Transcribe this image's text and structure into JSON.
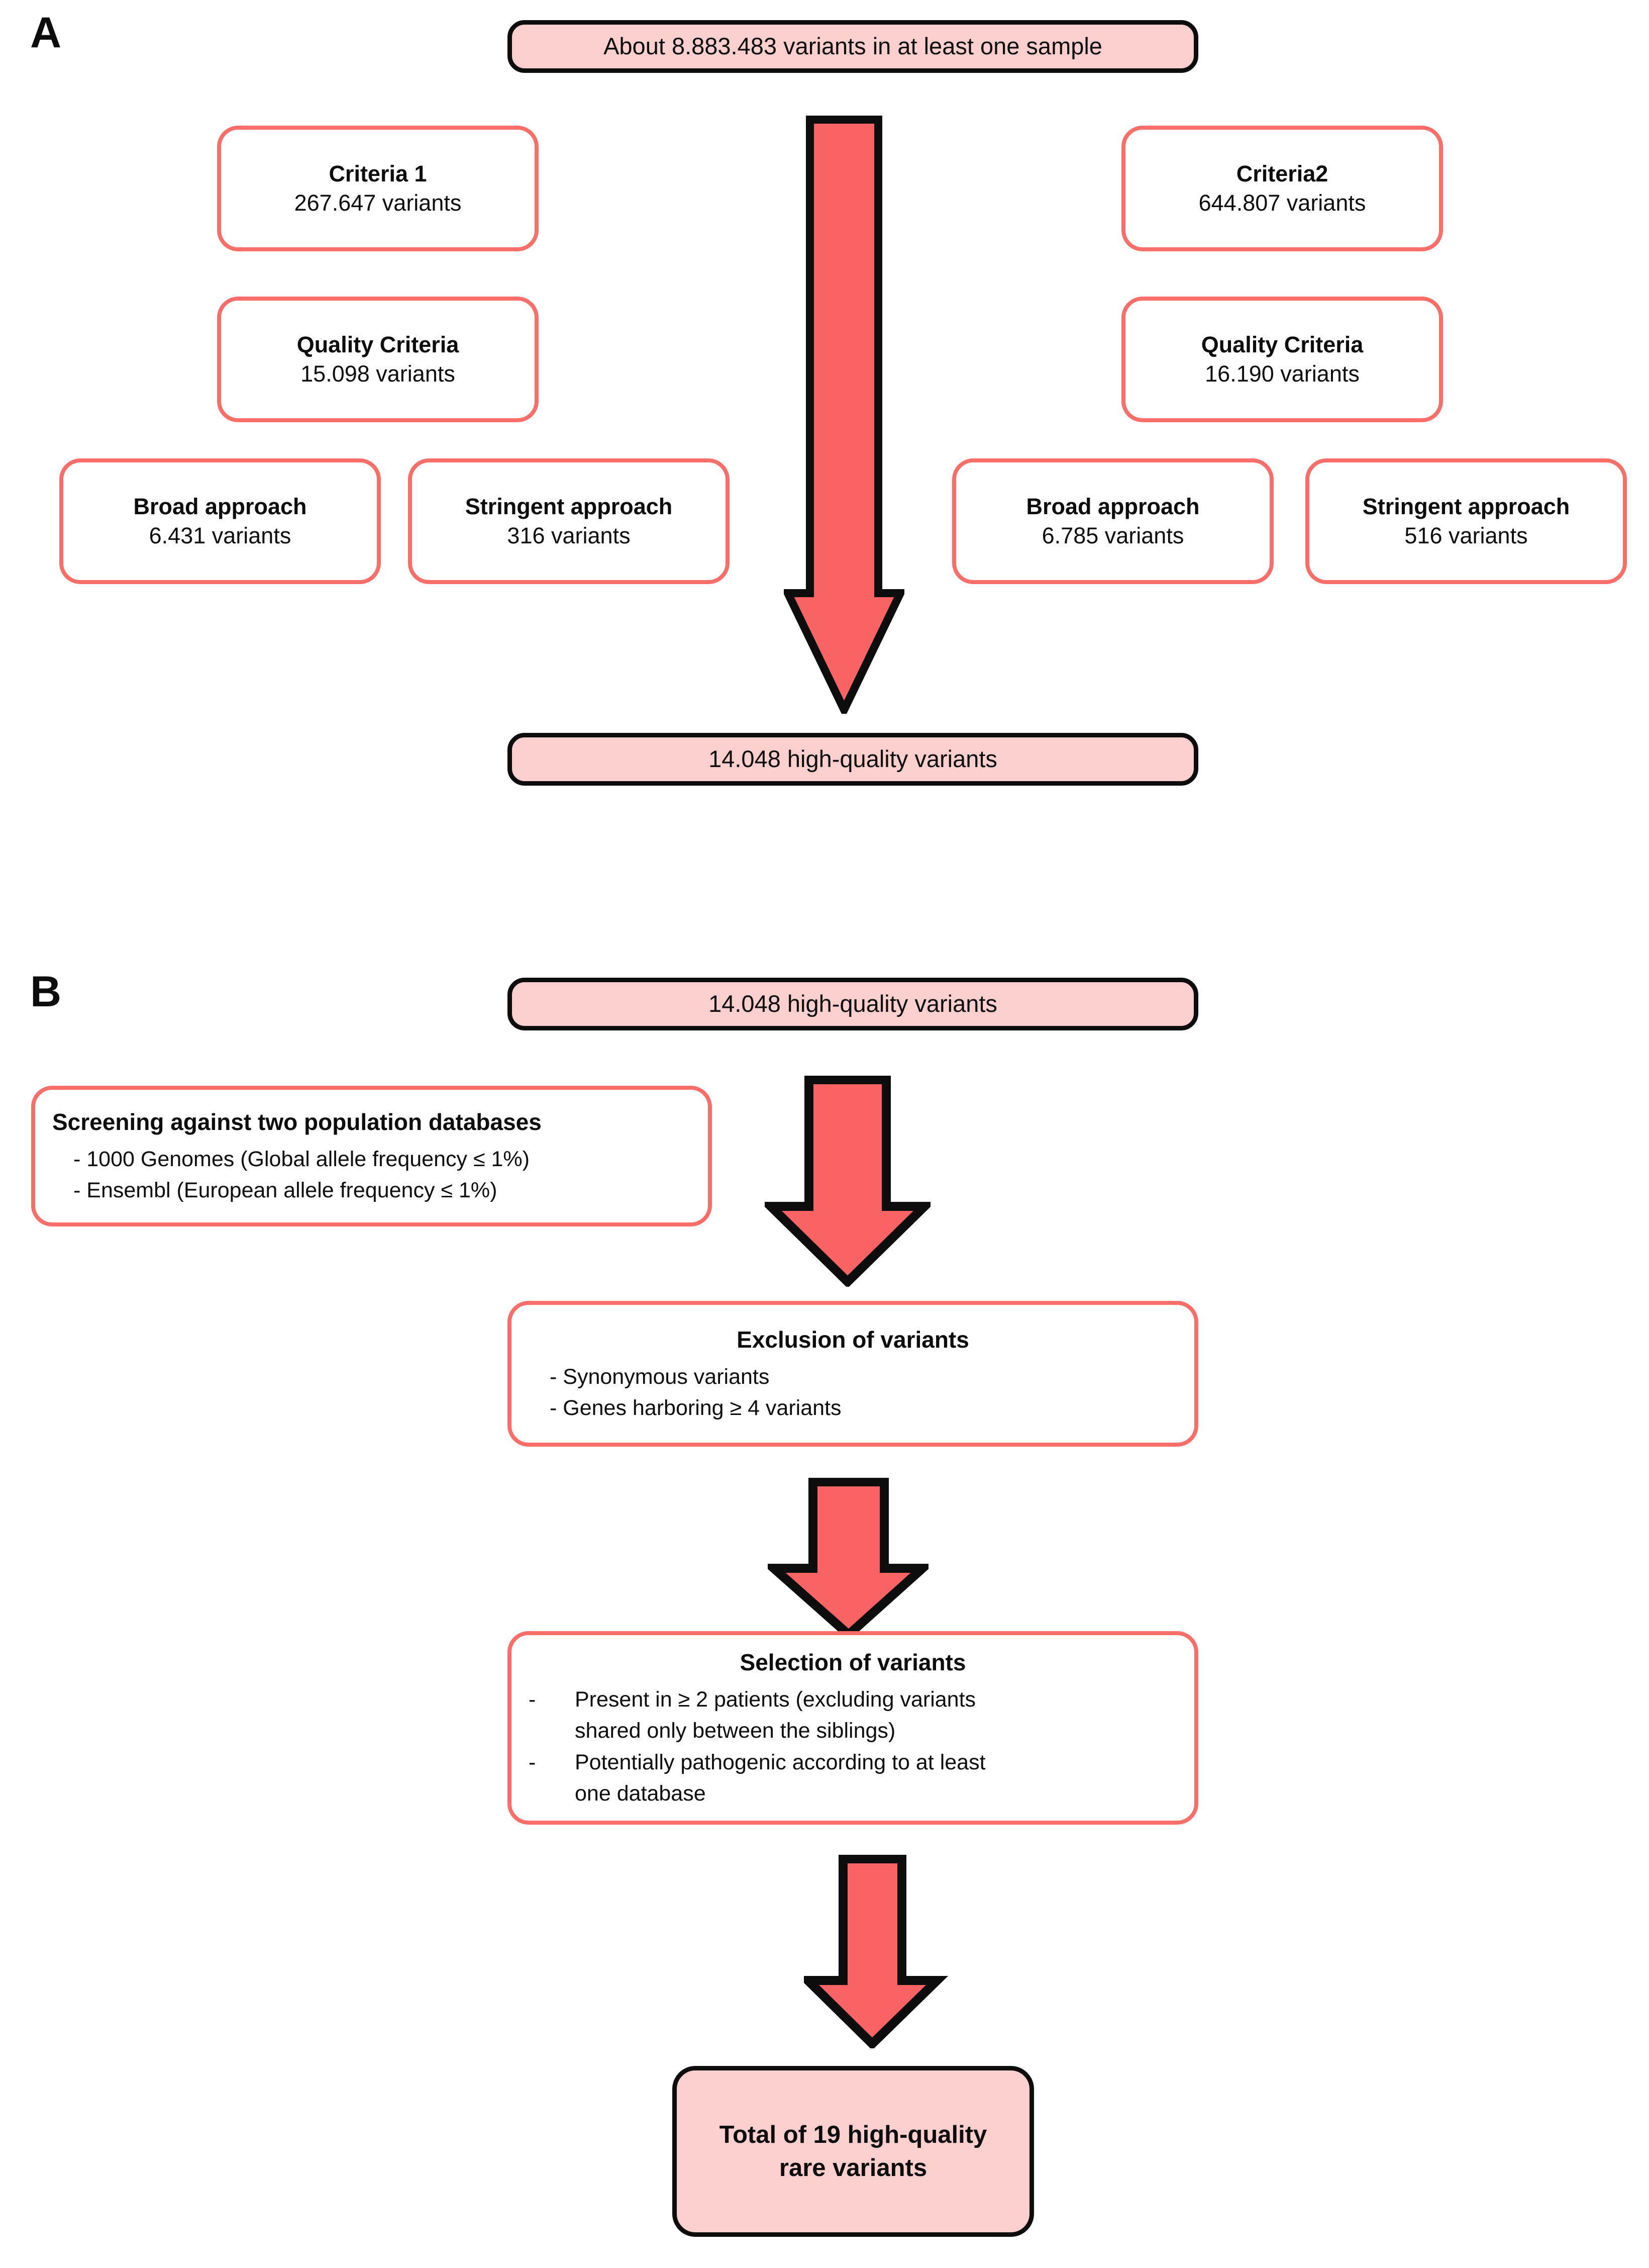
{
  "colors": {
    "pink_fill": "#FBCFCD",
    "coral_border": "#FA6E6A",
    "arrow_fill": "#FA6363",
    "outline_black": "#0D0D0D"
  },
  "panels": {
    "a_label": "A",
    "b_label": "B"
  },
  "panel_a": {
    "top_box": "About 8.883.483 variants in at least one sample",
    "left_branch": {
      "criteria": {
        "title": "Criteria 1",
        "value": "267.647 variants"
      },
      "quality": {
        "title": "Quality Criteria",
        "value": "15.098 variants"
      },
      "broad": {
        "title": "Broad approach",
        "value": "6.431 variants"
      },
      "stringent": {
        "title": "Stringent approach",
        "value": "316 variants"
      }
    },
    "right_branch": {
      "criteria": {
        "title": "Criteria2",
        "value": "644.807 variants"
      },
      "quality": {
        "title": "Quality Criteria",
        "value": "16.190 variants"
      },
      "broad": {
        "title": "Broad approach",
        "value": "6.785 variants"
      },
      "stringent": {
        "title": "Stringent approach",
        "value": "516 variants"
      }
    },
    "bottom_box": "14.048 high-quality variants"
  },
  "panel_b": {
    "top_box": "14.048 high-quality variants",
    "screening": {
      "title": "Screening against two population databases",
      "items": [
        "- 1000 Genomes (Global allele frequency ≤ 1%)",
        "- Ensembl (European allele frequency ≤ 1%)"
      ]
    },
    "exclusion": {
      "title": "Exclusion of variants",
      "items": [
        "- Synonymous variants",
        "- Genes harboring ≥ 4 variants"
      ]
    },
    "selection": {
      "title": "Selection of variants",
      "items": [
        {
          "dash": "-",
          "line1": "Present in ≥ 2 patients (excluding variants",
          "line2": "shared only between the siblings)"
        },
        {
          "dash": "-",
          "line1": "Potentially pathogenic according to at least",
          "line2": "one database"
        }
      ]
    },
    "final_box": {
      "line1": "Total of 19 high-quality",
      "line2": "rare variants"
    }
  }
}
